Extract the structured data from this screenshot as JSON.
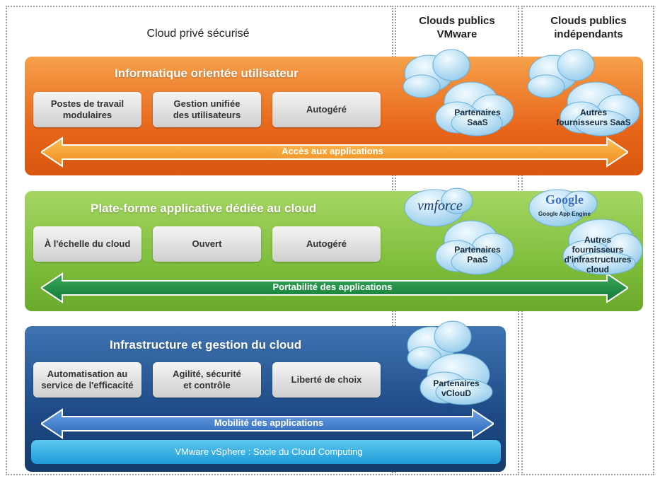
{
  "columns": {
    "private": "Cloud privé sécurisé",
    "vmware_public": [
      "Clouds publics",
      "VMware"
    ],
    "independent_public": [
      "Clouds publics",
      "indépendants"
    ]
  },
  "layers": [
    {
      "title": "Informatique orientée utilisateur",
      "color": "#ef7a1e",
      "features": [
        [
          "Postes de travail",
          "modulaires"
        ],
        [
          "Gestion unifiée",
          "des utilisateurs"
        ],
        [
          "Autogéré"
        ]
      ],
      "arrow": "Accès aux applications"
    },
    {
      "title": "Plate-forme applicative dédiée au cloud",
      "color": "#7dbb3a",
      "features": [
        [
          "À l'échelle du cloud"
        ],
        [
          "Ouvert"
        ],
        [
          "Autogéré"
        ]
      ],
      "arrow": "Portabilité des applications"
    },
    {
      "title": "Infrastructure et gestion du cloud",
      "color": "#1f4f8f",
      "features": [
        [
          "Automatisation au",
          "service de l'efficacité"
        ],
        [
          "Agilité, sécurité",
          "et contrôle"
        ],
        [
          "Liberté de choix"
        ]
      ],
      "arrow": "Mobilité des applications",
      "foundation": "VMware vSphere : Socle du Cloud Computing"
    }
  ],
  "clouds": {
    "saas_partners": [
      "Partenaires",
      "SaaS"
    ],
    "saas_other": [
      "Autres",
      "fournisseurs SaaS"
    ],
    "vmforce": "vmforce",
    "paas_partners": [
      "Partenaires",
      "PaaS"
    ],
    "google": "Google",
    "google_engine": "Google App Engine",
    "infra_other": [
      "Autres",
      "fournisseurs",
      "d'infrastructures cloud"
    ],
    "vcloud_partners": [
      "Partenaires",
      "vClouD"
    ]
  }
}
